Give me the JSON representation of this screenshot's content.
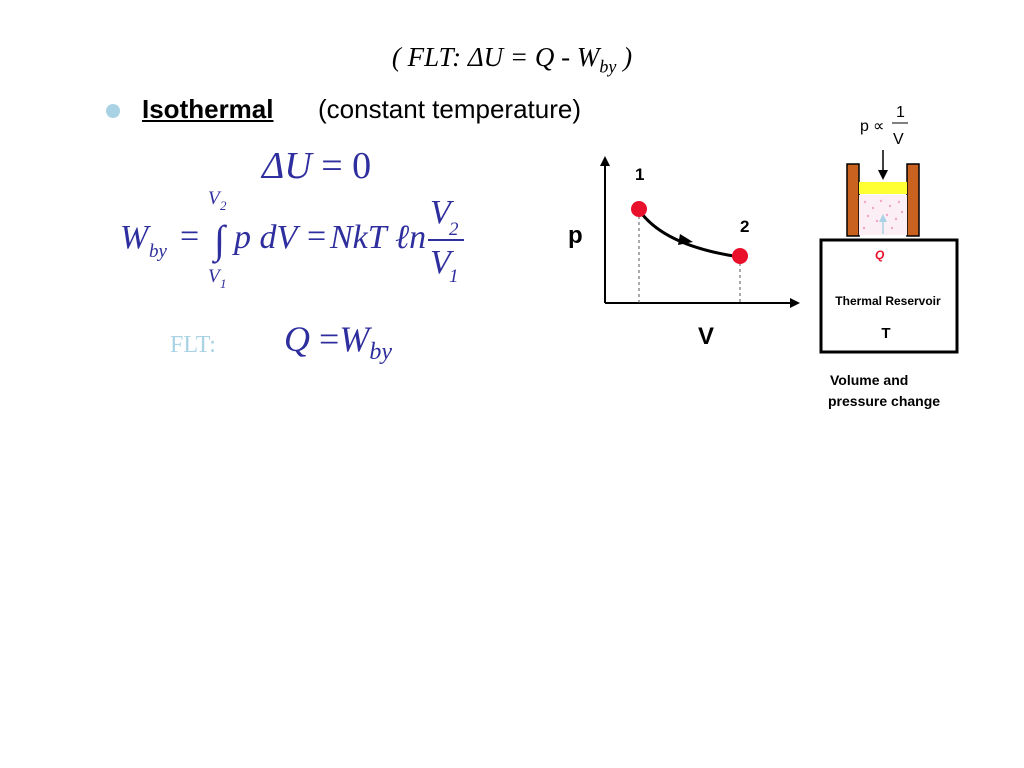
{
  "header": {
    "formula_prefix": "( FLT:   ΔU = Q - W",
    "formula_sub": "by",
    "formula_suffix": " )"
  },
  "bullet": {
    "title": "Isothermal",
    "description": "(constant temperature)"
  },
  "equations": {
    "delta_u": {
      "lhs": "ΔU",
      "rhs": "= 0"
    },
    "work": {
      "W": "W",
      "W_sub": "by",
      "eq": "=",
      "upper_limit": "V",
      "upper_sub": "2",
      "lower_limit": "V",
      "lower_sub": "1",
      "integrand": "p dV",
      "eq2": "=",
      "nkt": "NkT",
      "ln": "ℓn",
      "num": "V",
      "num_sub": "2",
      "den": "V",
      "den_sub": "1"
    },
    "flt_label": "FLT:",
    "flt": {
      "Q": "Q",
      "eq": "=",
      "W": "W",
      "W_sub": "by"
    }
  },
  "pv_graph": {
    "y_axis_label": "p",
    "x_axis_label": "V",
    "point1_label": "1",
    "point2_label": "2"
  },
  "apparatus": {
    "relation_p": "p",
    "relation_symbol": "∝",
    "relation_num": "1",
    "relation_den": "V",
    "heat_label": "Q",
    "reservoir_label": "Thermal Reservoir",
    "temperature_label": "T",
    "caption_line1": "Volume and",
    "caption_line2": "pressure change"
  },
  "colors": {
    "equation_blue": "#2e2e9e",
    "bullet_light_blue": "#a9d3e5",
    "point_red": "#e8102a",
    "piston_yellow": "#ffff33",
    "cylinder_brown": "#c8621e",
    "heat_red": "#e8102a"
  }
}
